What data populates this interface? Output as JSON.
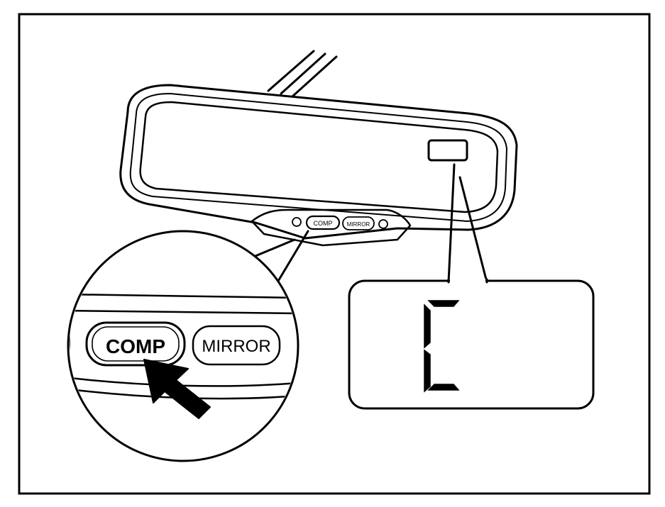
{
  "labels": {
    "comp_small": "COMP",
    "mirror_small": "MIRROR",
    "comp_large": "COMP",
    "mirror_large": "MIRROR",
    "display_char": "C"
  },
  "colors": {
    "ink": "#000000",
    "paper": "#ffffff"
  },
  "icons": {
    "pointer": "press-arrow-icon",
    "left_button": "small-circle-button-icon",
    "right_button": "small-circle-button-icon"
  }
}
